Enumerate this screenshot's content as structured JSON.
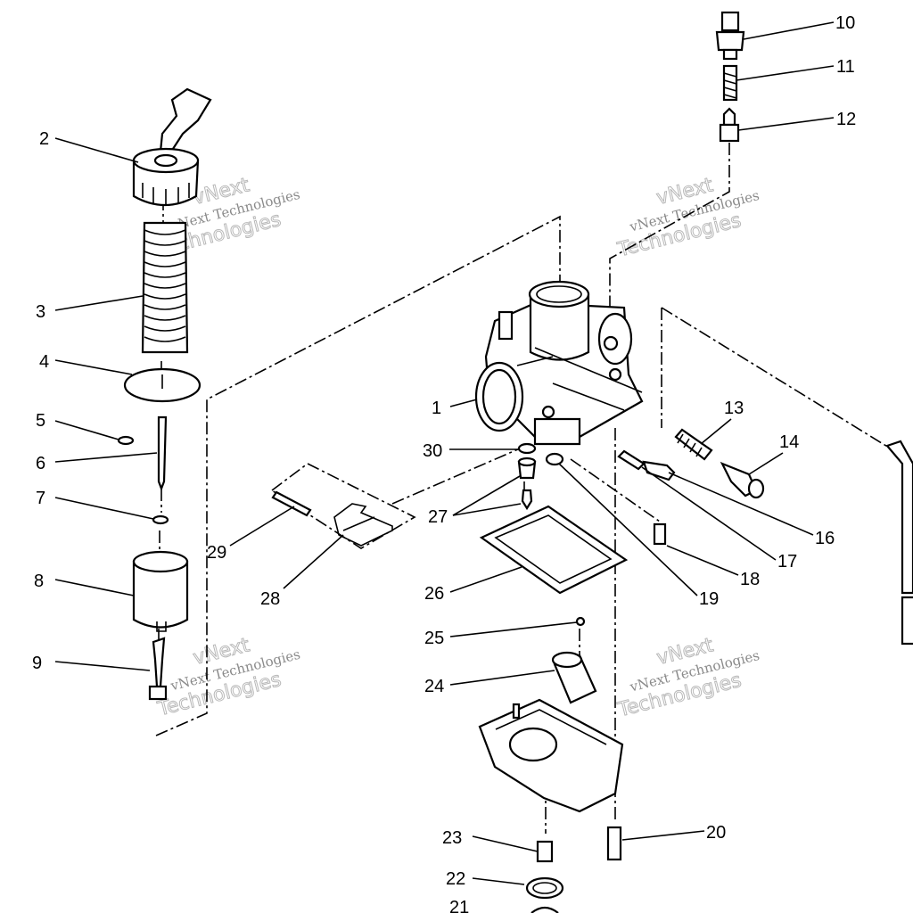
{
  "watermark": {
    "line1": "vNext",
    "line2": "vNext Technologies",
    "line3": "Technologies"
  },
  "callouts": [
    "1",
    "2",
    "3",
    "4",
    "5",
    "6",
    "7",
    "8",
    "9",
    "10",
    "11",
    "12",
    "13",
    "14",
    "16",
    "17",
    "18",
    "19",
    "20",
    "21",
    "22",
    "23",
    "24",
    "25",
    "26",
    "27",
    "28",
    "29",
    "30"
  ]
}
